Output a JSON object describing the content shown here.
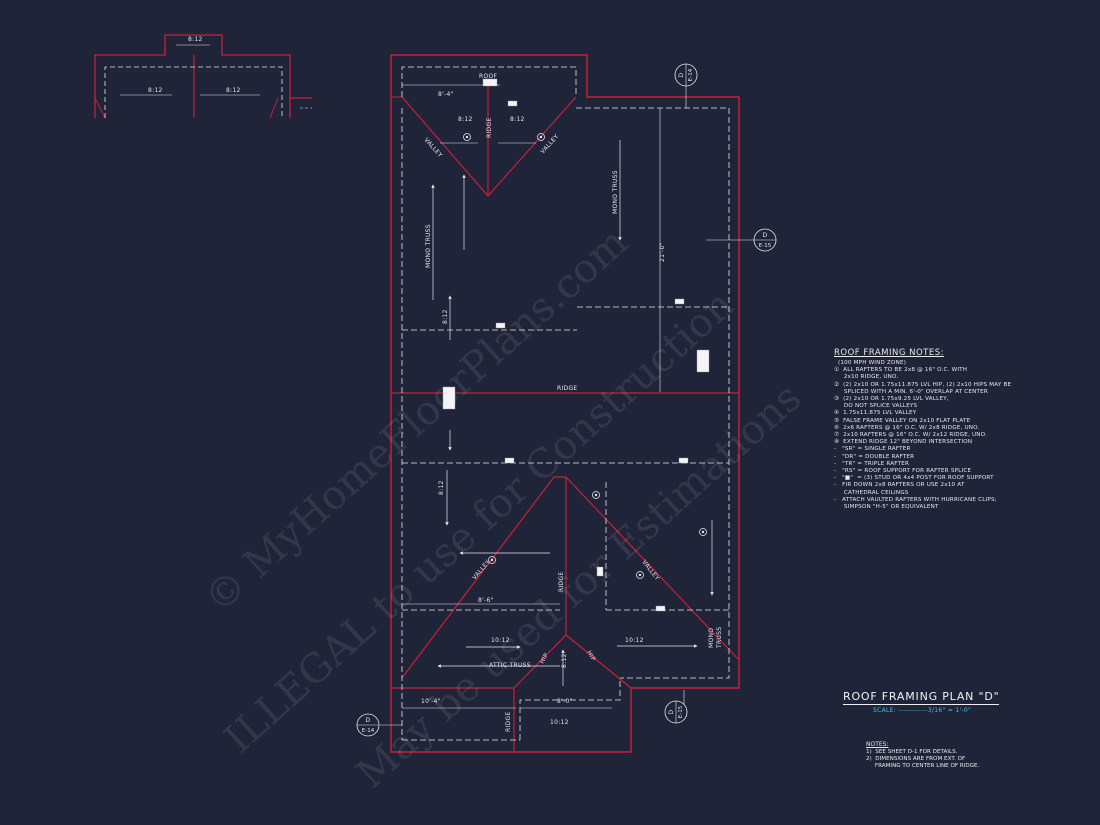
{
  "colors": {
    "background": "#1f2438",
    "roof_outline": "#c8203a",
    "linework": "#e6e6ee",
    "accent": "#43c6d8"
  },
  "labels": {
    "pitch_8_12": "8:12",
    "pitch_10_12": "10:12",
    "roof": "ROOF",
    "ridge": "RIDGE",
    "valley": "VALLEY",
    "hip": "HIP",
    "mono_truss": "MONO TRUSS",
    "mono_truss_line1": "MONO",
    "mono_truss_line2": "TRUSS",
    "attic_truss": "ATTIC TRUSS",
    "dim_8_4": "8'-4\"",
    "dim_21_0": "21'-0\"",
    "dim_8_6": "8'-6\"",
    "dim_10_4": "10'-4\"",
    "dim_8_0": "8'-0\""
  },
  "section_markers": [
    {
      "letter": "D",
      "sheet": "E-14"
    },
    {
      "letter": "D",
      "sheet": "E-15"
    },
    {
      "letter": "D",
      "sheet": "E-15"
    },
    {
      "letter": "D",
      "sheet": "E-14"
    }
  ],
  "notes": {
    "title": "ROOF FRAMING NOTES:",
    "items": [
      "  (100 MPH WIND ZONE)",
      "①  ALL RAFTERS TO BE 2x8 @ 16\" O.C. WITH",
      "     2x10 RIDGE, UNO.",
      "②  (2) 2x10 OR 1.75x11.875 LVL HIP, (2) 2x10 HIPS MAY BE",
      "     SPLICED WITH A MIN. 6'-0\" OVERLAP AT CENTER",
      "③  (2) 2x10 OR 1.75x9.25 LVL VALLEY,",
      "     DO NOT SPLICE VALLEYS",
      "④  1.75x11.875 LVL VALLEY",
      "⑤  FALSE FRAME VALLEY ON 2x10 FLAT PLATE",
      "⑥  2x6 RAFTERS @ 16\" O.C. W/ 2x8 RIDGE, UNO.",
      "⑦  2x10 RAFTERS @ 16\" O.C. W/ 2x12 RIDGE, UNO.",
      "⑧  EXTEND RIDGE 12\" BEYOND INTERSECTION",
      "-   \"SR\" = SINGLE RAFTER",
      "-   \"DR\" = DOUBLE RAFTER",
      "-   \"TR\" = TRIPLE RAFTER",
      "-   \"RS\" = ROOF SUPPORT FOR RAFTER SPLICE",
      "-   \"■\"  = (3) STUD OR 4x4 POST FOR ROOF SUPPORT",
      "-   FIR DOWN 2x8 RAFTERS OR USE 2x10 AT",
      "     CATHEDRAL CEILINGS",
      "-   ATTACH VAULTED RAFTERS WITH HURRICANE CLIPS;",
      "     SIMPSON \"H-5\" OR EQUIVALENT"
    ]
  },
  "plan_title": "ROOF FRAMING PLAN \"D\"",
  "plan_scale": "SCALE: ------------3/16\" = 1'-0\"",
  "footnotes": {
    "title": "NOTES:",
    "items": [
      "1)  SEE SHEET D-1 FOR DETAILS.",
      "2)  DIMENSIONS ARE FROM EXT. OF",
      "     FRAMING TO CENTER LINE OF RIDGE."
    ]
  },
  "watermark": {
    "line1": "© MyHomeFloorPlans.com",
    "line2": "ILLEGAL to use for Construction",
    "line3": "May be used for Estimations"
  }
}
